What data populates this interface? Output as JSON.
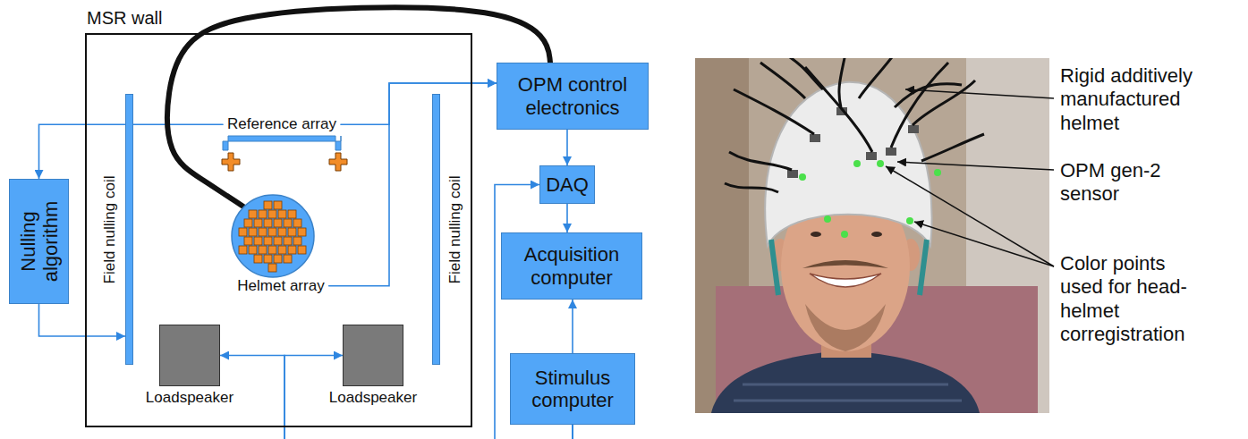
{
  "diagram": {
    "nodes": [
      {
        "text": [
          "MSR wall"
        ]
      },
      {
        "text": [
          "Field nulling coil"
        ],
        "in": 0
      },
      {
        "text": [
          "Reference array"
        ],
        "in": 0
      },
      {
        "text": [
          "Field nulling coil"
        ],
        "in": 0
      },
      {
        "text": [
          "Helmet array"
        ],
        "in": 0
      },
      {
        "text": [
          "Loadspeaker"
        ],
        "in": 0
      },
      {
        "text": [
          "Loadspeaker"
        ],
        "in": 0
      },
      {
        "text": [
          "Nulling algorithm"
        ]
      },
      {
        "text": [
          "OPM control electronics"
        ]
      },
      {
        "text": [
          "DAQ"
        ]
      },
      {
        "text": [
          "Acquisition computer"
        ]
      },
      {
        "text": [
          "Stimulus computer"
        ]
      }
    ],
    "edges": [
      {
        "from": 2,
        "to": 7,
        "arrow": "to"
      },
      {
        "from": 7,
        "to": 1,
        "arrow": "to"
      },
      {
        "from": 2,
        "to": 8,
        "arrow": "to"
      },
      {
        "from": 4,
        "to": 8,
        "arrow": "to"
      },
      {
        "from": 4,
        "to": 8,
        "arrow": "none"
      },
      {
        "from": 8,
        "to": 9,
        "arrow": "to"
      },
      {
        "from": 9,
        "to": 10,
        "arrow": "to"
      },
      {
        "from": 11,
        "to": 10,
        "arrow": "to"
      },
      {
        "from": 11,
        "to": 9,
        "arrow": "to"
      },
      {
        "from": 11,
        "to": 5,
        "arrow": "to"
      },
      {
        "from": 11,
        "to": 6,
        "arrow": "to"
      }
    ],
    "labels": [
      "Rigid additively manufactured helmet",
      "OPM gen-2 sensor",
      "Color points used for head-helmet corregistration"
    ]
  }
}
